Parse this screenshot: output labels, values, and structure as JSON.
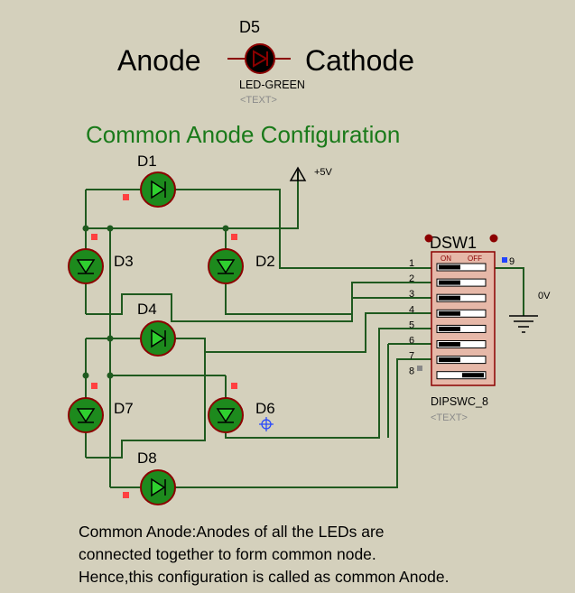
{
  "legend": {
    "anode_label": "Anode",
    "cathode_label": "Cathode",
    "led_ref": "D5",
    "led_part": "LED-GREEN",
    "text_placeholder": "<TEXT>"
  },
  "title": "Common Anode Configuration",
  "supply": {
    "vcc_label": "+5V",
    "gnd_label": "0V"
  },
  "leds": [
    {
      "ref": "D1"
    },
    {
      "ref": "D2"
    },
    {
      "ref": "D3"
    },
    {
      "ref": "D4"
    },
    {
      "ref": "D6"
    },
    {
      "ref": "D7"
    },
    {
      "ref": "D8"
    }
  ],
  "dipswitch": {
    "ref": "DSW1",
    "part": "DIPSWC_8",
    "text_placeholder": "<TEXT>",
    "on_label": "ON",
    "off_label": "OFF",
    "pins_left": [
      "1",
      "2",
      "3",
      "4",
      "5",
      "6",
      "7",
      "8"
    ],
    "pin_right": "9",
    "switch_states": [
      "ON",
      "ON",
      "ON",
      "ON",
      "ON",
      "ON",
      "ON",
      "OFF"
    ]
  },
  "colors": {
    "background": "#d4d0bc",
    "wire": "#1f5a1f",
    "led_body": "#1d8a1d",
    "led_outline": "#8b0000",
    "title": "#1a7a1a",
    "marker_red": "#ff4040",
    "marker_blue": "#2244ff"
  },
  "description": [
    "Common Anode:Anodes of all the LEDs are",
    "connected together to form common node.",
    "Hence,this configuration is called as common Anode."
  ]
}
